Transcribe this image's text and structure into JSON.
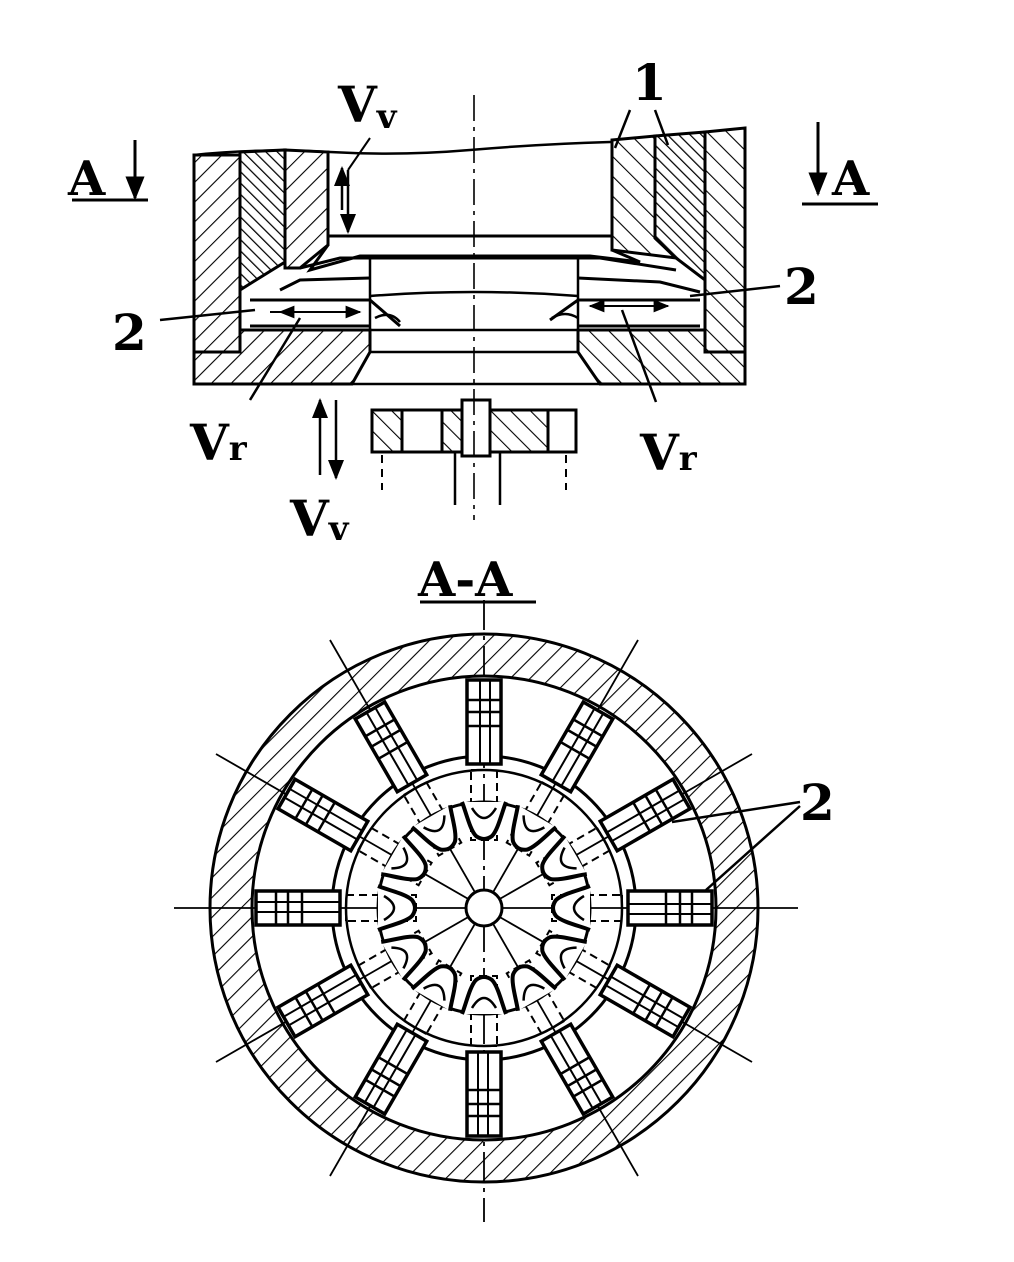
{
  "labels": {
    "one": "1",
    "two_left": "2",
    "two_right": "2",
    "two_bottom": "2",
    "section_left": "A",
    "section_right": "A",
    "section_view": "A-A",
    "vr_left_main": "V",
    "vr_left_sub": "r",
    "vr_right_main": "V",
    "vr_right_sub": "r",
    "vv_top_main": "V",
    "vv_top_sub": "v",
    "vv_bottom_main": "V",
    "vv_bottom_sub": "v"
  },
  "colors": {
    "ink": "#000000",
    "paper": "#ffffff"
  }
}
